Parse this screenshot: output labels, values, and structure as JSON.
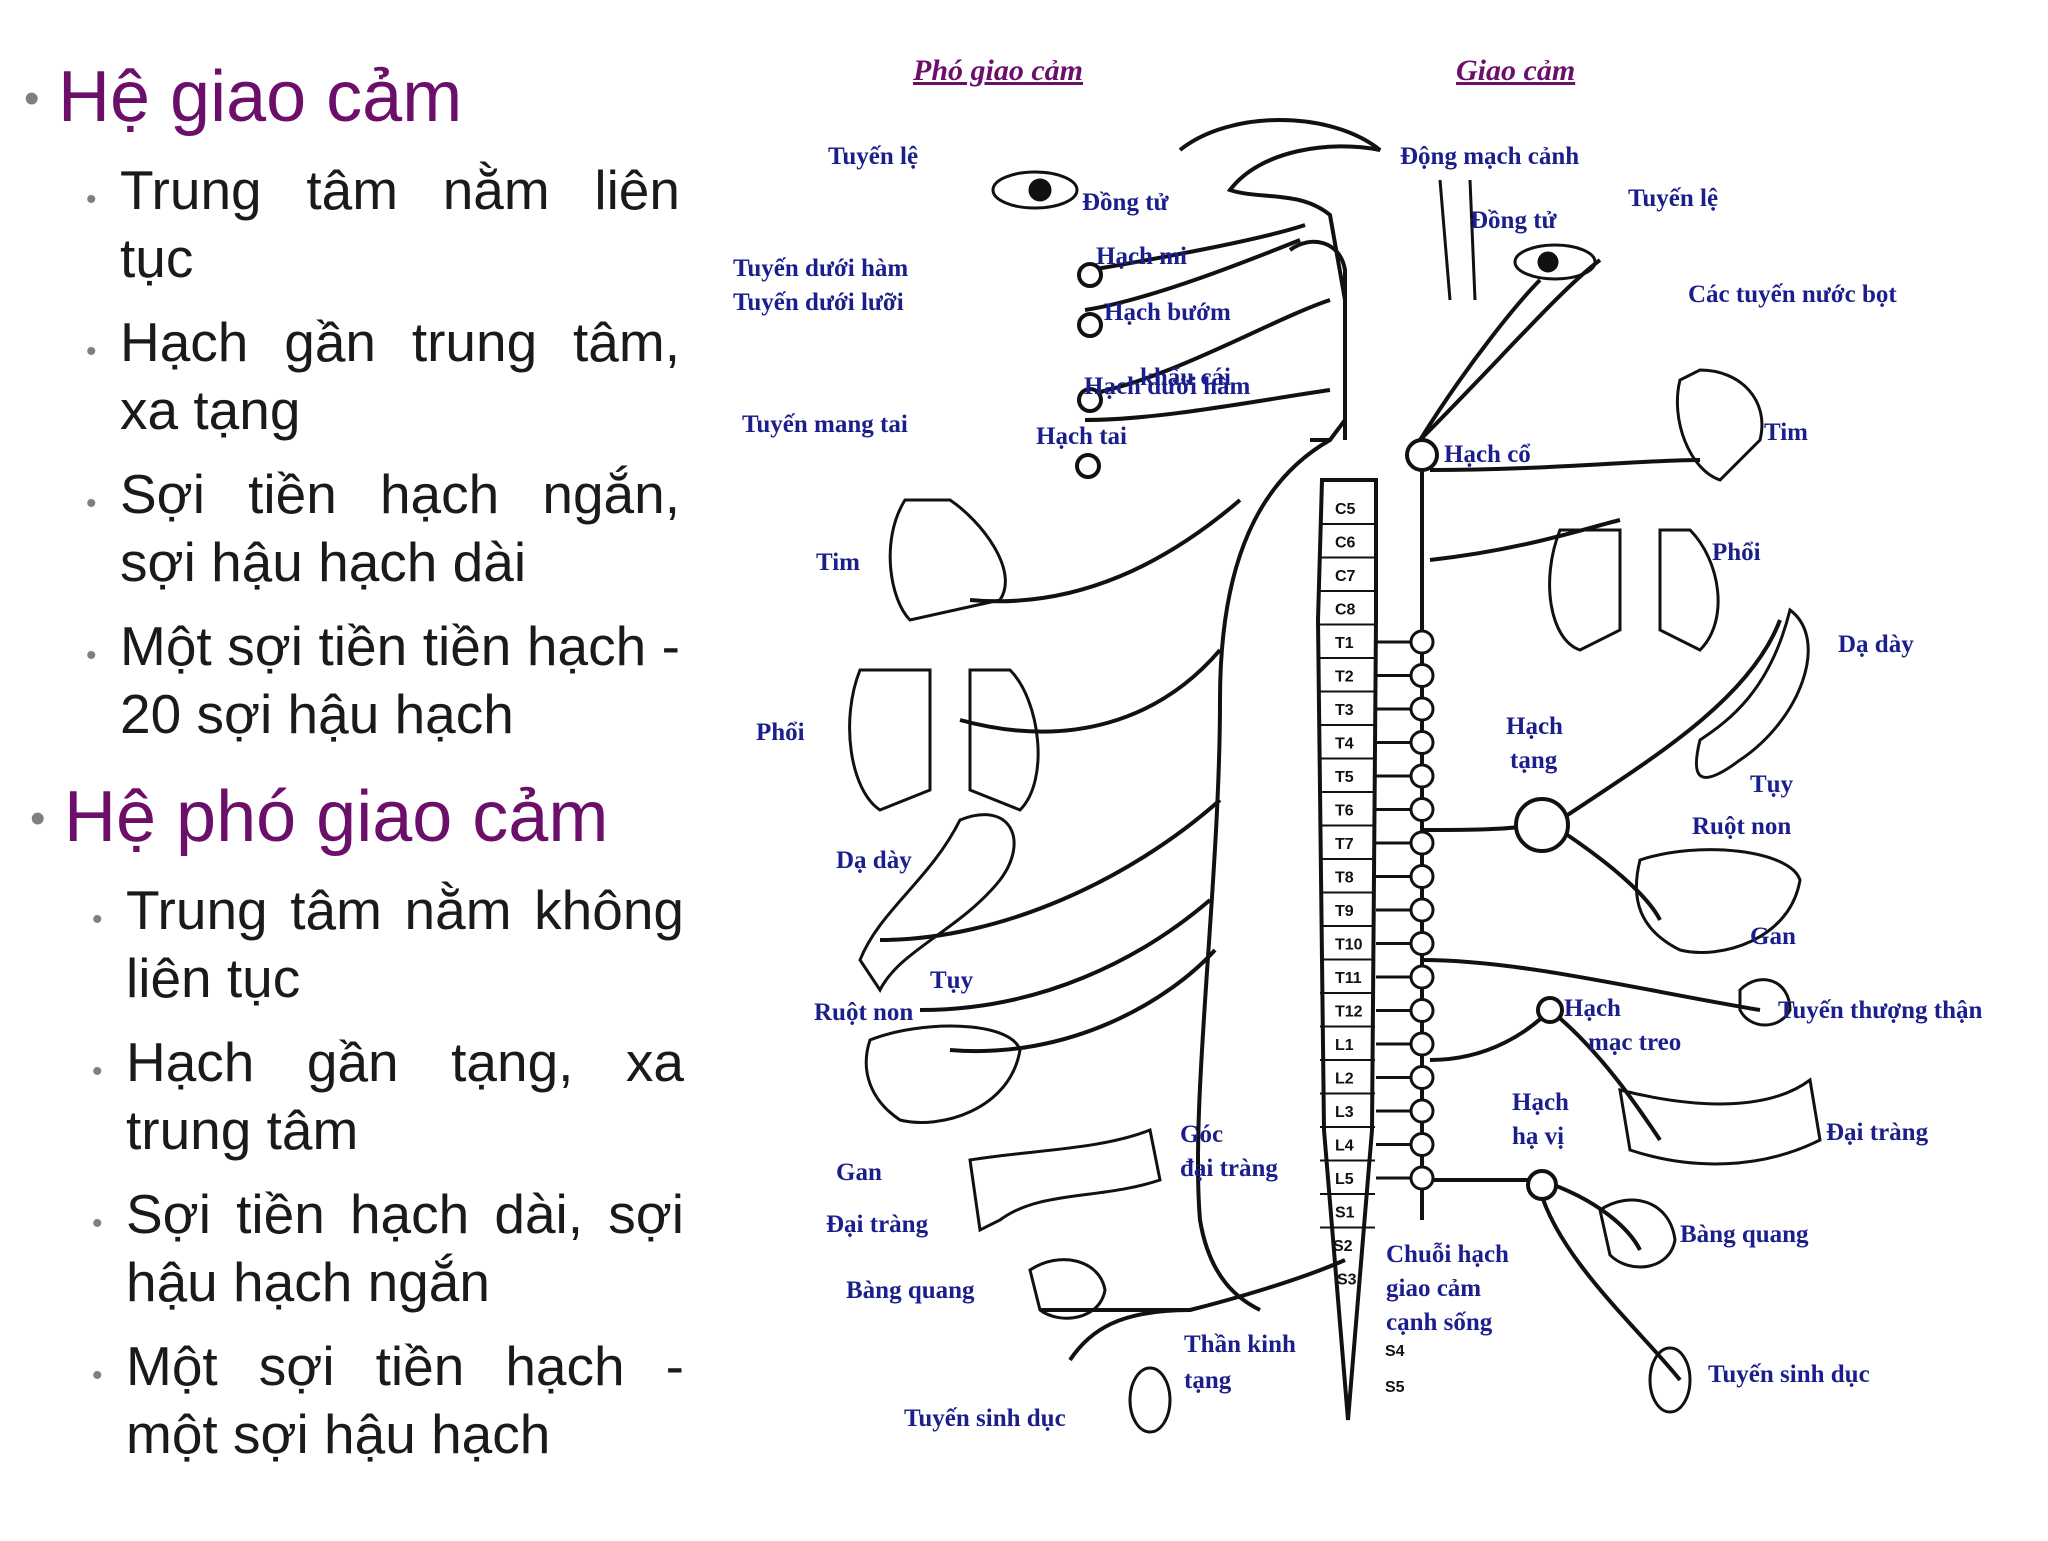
{
  "left_text": {
    "symp_heading": "Hệ giao cảm",
    "symp_items": [
      "Trung tâm nằm liên tục",
      "Hạch gần trung tâm, xa tạng",
      "Sợi tiền hạch ngắn, sợi hậu hạch dài",
      "Một sợi tiền tiền hạch - 20 sợi hậu hạch"
    ],
    "para_heading": "Hệ phó giao cảm",
    "para_items": [
      "Trung tâm nằm không liên tục",
      "Hạch gần tạng, xa trung tâm",
      "Sợi tiền hạch dài, sợi hậu hạch ngắn",
      "Một sợi tiền hạch - một sợi hậu hạch"
    ]
  },
  "diagram": {
    "headers": {
      "para": "Phó giao cảm",
      "symp": "Giao cảm"
    },
    "para_labels": {
      "tuyen_le": "Tuyến lệ",
      "dong_tu": "Đồng tử",
      "hach_mi": "Hạch mi",
      "tuyen_duoi_ham": "Tuyến dưới hàm",
      "tuyen_duoi_luoi": "Tuyến dưới lưỡi",
      "hach_buom": "Hạch bướm",
      "khau_cai": "khẩu cái",
      "hach_duoi_ham": "Hạch dưới hàm",
      "tuyen_mang_tai": "Tuyến mang tai",
      "hach_tai": "Hạch tai",
      "tim": "Tim",
      "phoi": "Phổi",
      "da_day": "Dạ dày",
      "tuy": "Tụy",
      "ruot_non": "Ruột non",
      "gan": "Gan",
      "goc": "Góc",
      "dai_trang_goc": "đại tràng",
      "dai_trang": "Đại tràng",
      "bang_quang": "Bàng quang",
      "than_kinh": "Thần kinh",
      "tang": "tạng",
      "tuyen_sinh_duc": "Tuyến sinh dục"
    },
    "symp_labels": {
      "dong_mach_canh": "Động mạch cảnh",
      "dong_tu": "Đồng tử",
      "tuyen_le": "Tuyến lệ",
      "cac_tuyen_nuoc_bot": "Các tuyến nước bọt",
      "tim": "Tim",
      "hach_co": "Hạch cổ",
      "phoi": "Phổi",
      "da_day": "Dạ dày",
      "hach": "Hạch",
      "tang": "tạng",
      "tuy": "Tụy",
      "ruot_non": "Ruột non",
      "gan": "Gan",
      "mac_treo": "mạc treo",
      "tuyen_thuong_than": "Tuyến thượng thận",
      "ha_vi": "hạ vị",
      "dai_trang": "Đại tràng",
      "bang_quang": "Bàng quang",
      "chuoi_hach": "Chuỗi hạch",
      "giao_cam": "giao cảm",
      "canh_song": "cạnh sống",
      "tuyen_sinh_duc": "Tuyến sinh dục"
    },
    "segments": [
      "C5",
      "C6",
      "C7",
      "C8",
      "T1",
      "T2",
      "T3",
      "T4",
      "T5",
      "T6",
      "T7",
      "T8",
      "T9",
      "T10",
      "T11",
      "T12",
      "L1",
      "L2",
      "L3",
      "L4",
      "L5",
      "S1",
      "S2",
      "S3",
      "S4",
      "S5"
    ]
  }
}
